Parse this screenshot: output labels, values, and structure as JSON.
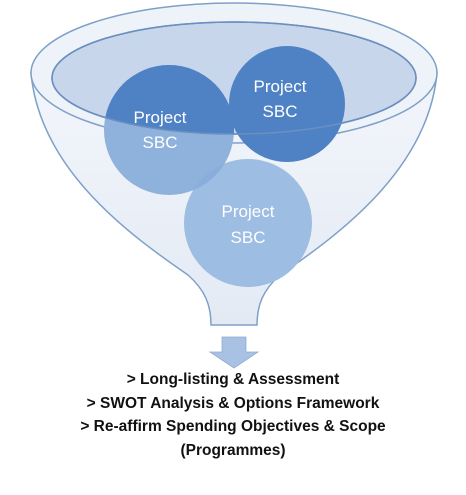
{
  "diagram": {
    "circles": [
      {
        "line1": "Project",
        "line2": "SBC"
      },
      {
        "line1": "Project",
        "line2": "SBC"
      },
      {
        "line1": "Project",
        "line2": "SBC"
      }
    ],
    "steps": [
      "> Long-listing & Assessment",
      "> SWOT Analysis & Options Framework",
      "> Re-affirm Spending Objectives & Scope",
      "(Programmes)"
    ],
    "colors": {
      "funnel_fill": "#dde6f1",
      "funnel_stroke": "#7ea0c8",
      "rim_fill": "#c7d6ea",
      "rim_stroke": "#6b8fbf",
      "circle_fill": "#8fb2dd",
      "circle_overlap": "#4f82c5",
      "arrow": "#a9c1e2"
    }
  }
}
